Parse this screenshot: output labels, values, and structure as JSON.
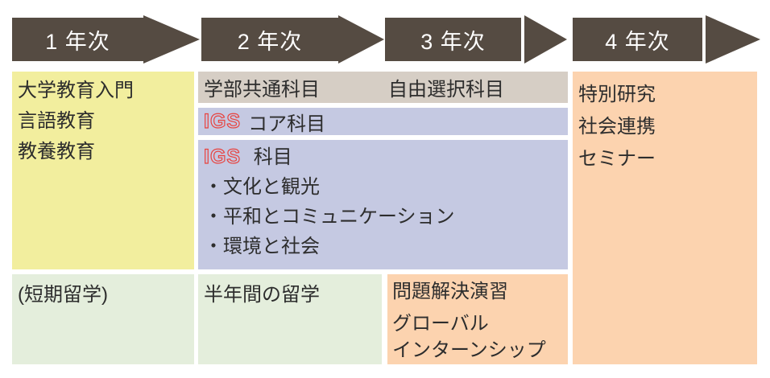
{
  "colors": {
    "arrow_bg": "#554b42",
    "arrow_text": "#ffffff",
    "year1_foundation_bg": "#f2ee9e",
    "common_bar_bg": "#d6cec5",
    "igs_bg": "#c5c9e2",
    "study_abroad_bg": "#e4eedc",
    "practice_bg": "#fcd3af",
    "igs_red": "#e8433f",
    "body_text": "#2d2d2d"
  },
  "header": {
    "arrows": [
      {
        "label": "1 年次"
      },
      {
        "label": "2 年次"
      },
      {
        "label": "3 年次"
      },
      {
        "label": "4 年次"
      }
    ]
  },
  "year1": {
    "foundation": [
      "大学教育入門",
      "言語教育",
      "教養教育"
    ],
    "study_abroad": "(短期留学)"
  },
  "year2_3": {
    "common_subjects": "学部共通科目",
    "free_electives": "自由選択科目",
    "igs_core": {
      "acronym": "IGS",
      "label": "コア科目"
    },
    "igs_subjects": {
      "acronym": "IGS",
      "label": "科目"
    },
    "igs_topics": [
      "・文化と観光",
      "・平和とコミュニケーション",
      "・環境と社会"
    ],
    "year2_abroad": "半年間の留学",
    "year3_practice": [
      "問題解決演習",
      "グローバル",
      "インターンシップ"
    ]
  },
  "year4": {
    "items": [
      "特別研究",
      "社会連携",
      "セミナー"
    ]
  }
}
